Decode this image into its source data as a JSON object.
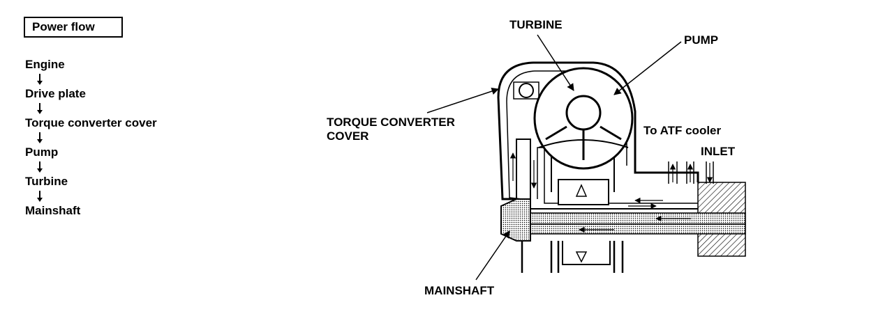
{
  "power_flow": {
    "title": "Power flow",
    "steps": [
      "Engine",
      "Drive plate",
      "Torque converter cover",
      "Pump",
      "Turbine",
      "Mainshaft"
    ]
  },
  "labels": {
    "turbine": "TURBINE",
    "pump": "PUMP",
    "torque_converter_cover_line1": "TORQUE CONVERTER",
    "torque_converter_cover_line2": "COVER",
    "to_atf_cooler": "To ATF cooler",
    "inlet": "INLET",
    "mainshaft": "MAINSHAFT"
  },
  "icons": {
    "flow_arrow": "down-arrow-icon"
  }
}
